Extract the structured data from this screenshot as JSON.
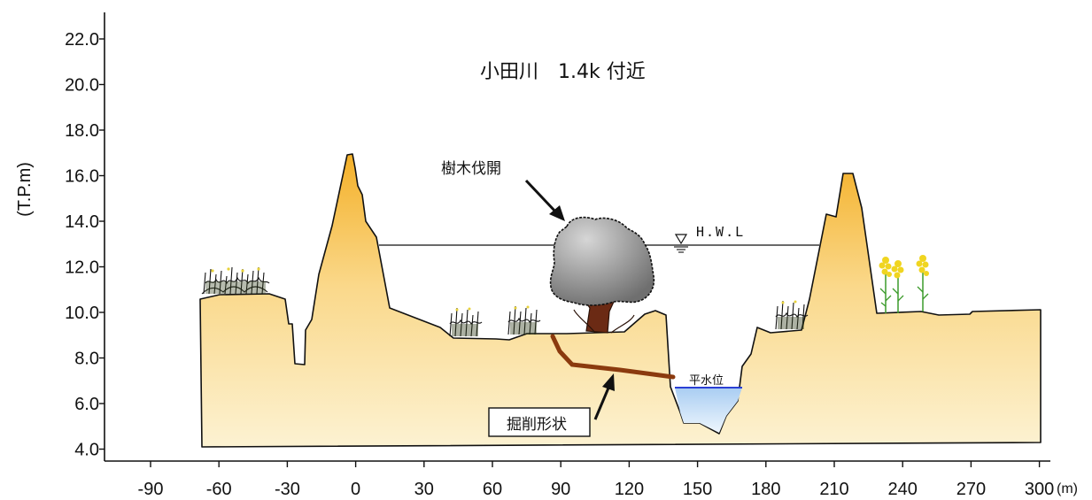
{
  "title": "小田川　1.4k 付近",
  "y_axis": {
    "label": "(T.P.m)",
    "ticks": [
      "4.0",
      "6.0",
      "8.0",
      "10.0",
      "12.0",
      "14.0",
      "16.0",
      "18.0",
      "20.0",
      "22.0"
    ]
  },
  "x_axis": {
    "unit": "(m)",
    "ticks": [
      "-90",
      "-60",
      "-30",
      "0",
      "30",
      "60",
      "90",
      "120",
      "150",
      "180",
      "210",
      "240",
      "270",
      "300"
    ]
  },
  "annotations": {
    "tree_clearing": "樹木伐開",
    "excavation_shape": "掘削形状",
    "normal_water_level": "平水位",
    "hwl": "H.W.L"
  },
  "colors": {
    "ground_fill_top": "#f5b73a",
    "ground_fill_bottom": "#fbf1cf",
    "excavation_line": "#8b3a0e",
    "water_line": "#2a3fd4",
    "water_fill": "#cfe3f7",
    "tree": "#8e8e8e"
  }
}
